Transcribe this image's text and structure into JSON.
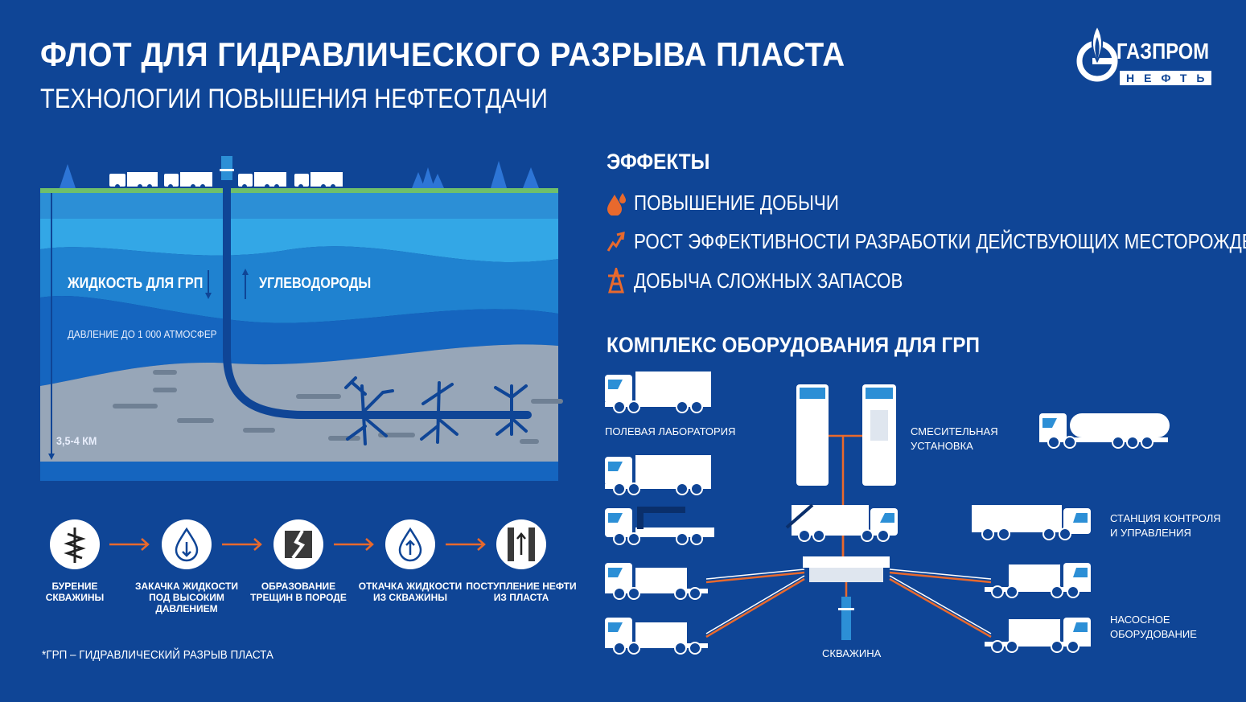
{
  "header": {
    "title": "ФЛОТ ДЛЯ ГИДРАВЛИЧЕСКОГО РАЗРЫВА ПЛАСТА",
    "subtitle": "ТЕХНОЛОГИИ ПОВЫШЕНИЯ НЕФТЕОТДАЧИ"
  },
  "logo": {
    "word": "ГАЗПРОМ",
    "sub": "НЕФТЬ"
  },
  "cross_section": {
    "fluid_label": "ЖИДКОСТЬ ДЛЯ ГРП",
    "hydrocarbons_label": "УГЛЕВОДОРОДЫ",
    "pressure_label": "ДАВЛЕНИЕ ДО 1 000 АТМОСФЕР",
    "depth_label": "3,5-4 КМ"
  },
  "steps": [
    {
      "label_line1": "БУРЕНИЕ",
      "label_line2": "СКВАЖИНЫ",
      "icon": "drill-icon"
    },
    {
      "label_line1": "ЗАКАЧКА ЖИДКОСТИ",
      "label_line2": "ПОД ВЫСОКИМ ДАВЛЕНИЕМ",
      "icon": "drop-down-icon"
    },
    {
      "label_line1": "ОБРАЗОВАНИЕ",
      "label_line2": "ТРЕЩИН В ПОРОДЕ",
      "icon": "crack-icon"
    },
    {
      "label_line1": "ОТКАЧКА ЖИДКОСТИ",
      "label_line2": "ИЗ СКВАЖИНЫ",
      "icon": "drop-up-icon"
    },
    {
      "label_line1": "ПОСТУПЛЕНИЕ НЕФТИ",
      "label_line2": "ИЗ ПЛАСТА",
      "icon": "oil-inflow-icon"
    }
  ],
  "effects": {
    "heading": "ЭФФЕКТЫ",
    "items": [
      {
        "text": "ПОВЫШЕНИЕ ДОБЫЧИ",
        "icon": "oil-drop-icon"
      },
      {
        "text": "РОСТ ЭФФЕКТИВНОСТИ РАЗРАБОТКИ ДЕЙСТВУЮЩИХ МЕСТОРОЖДЕНИЙ",
        "icon": "growth-arrow-icon"
      },
      {
        "text": "ДОБЫЧА СЛОЖНЫХ ЗАПАСОВ",
        "icon": "oil-rig-icon"
      }
    ]
  },
  "equipment": {
    "heading": "КОМПЛЕКС ОБОРУДОВАНИЯ ДЛЯ ГРП",
    "field_lab": "ПОЛЕВАЯ ЛАБОРАТОРИЯ",
    "mixer_line1": "СМЕСИТЕЛЬНАЯ",
    "mixer_line2": "УСТАНОВКА",
    "control_line1": "СТАНЦИЯ КОНТРОЛЯ",
    "control_line2": "И УПРАВЛЕНИЯ",
    "pump_line1": "НАСОСНОЕ",
    "pump_line2": "ОБОРУДОВАНИЕ",
    "well": "СКВАЖИНА"
  },
  "footnote": "*ГРП – ГИДРАВЛИЧЕСКИЙ РАЗРЫВ ПЛАСТА",
  "colors": {
    "background": "#0f4596",
    "accent_orange": "#e8692d",
    "ground_green": "#6fbf6a",
    "rock_gray": "#97a6b8"
  }
}
